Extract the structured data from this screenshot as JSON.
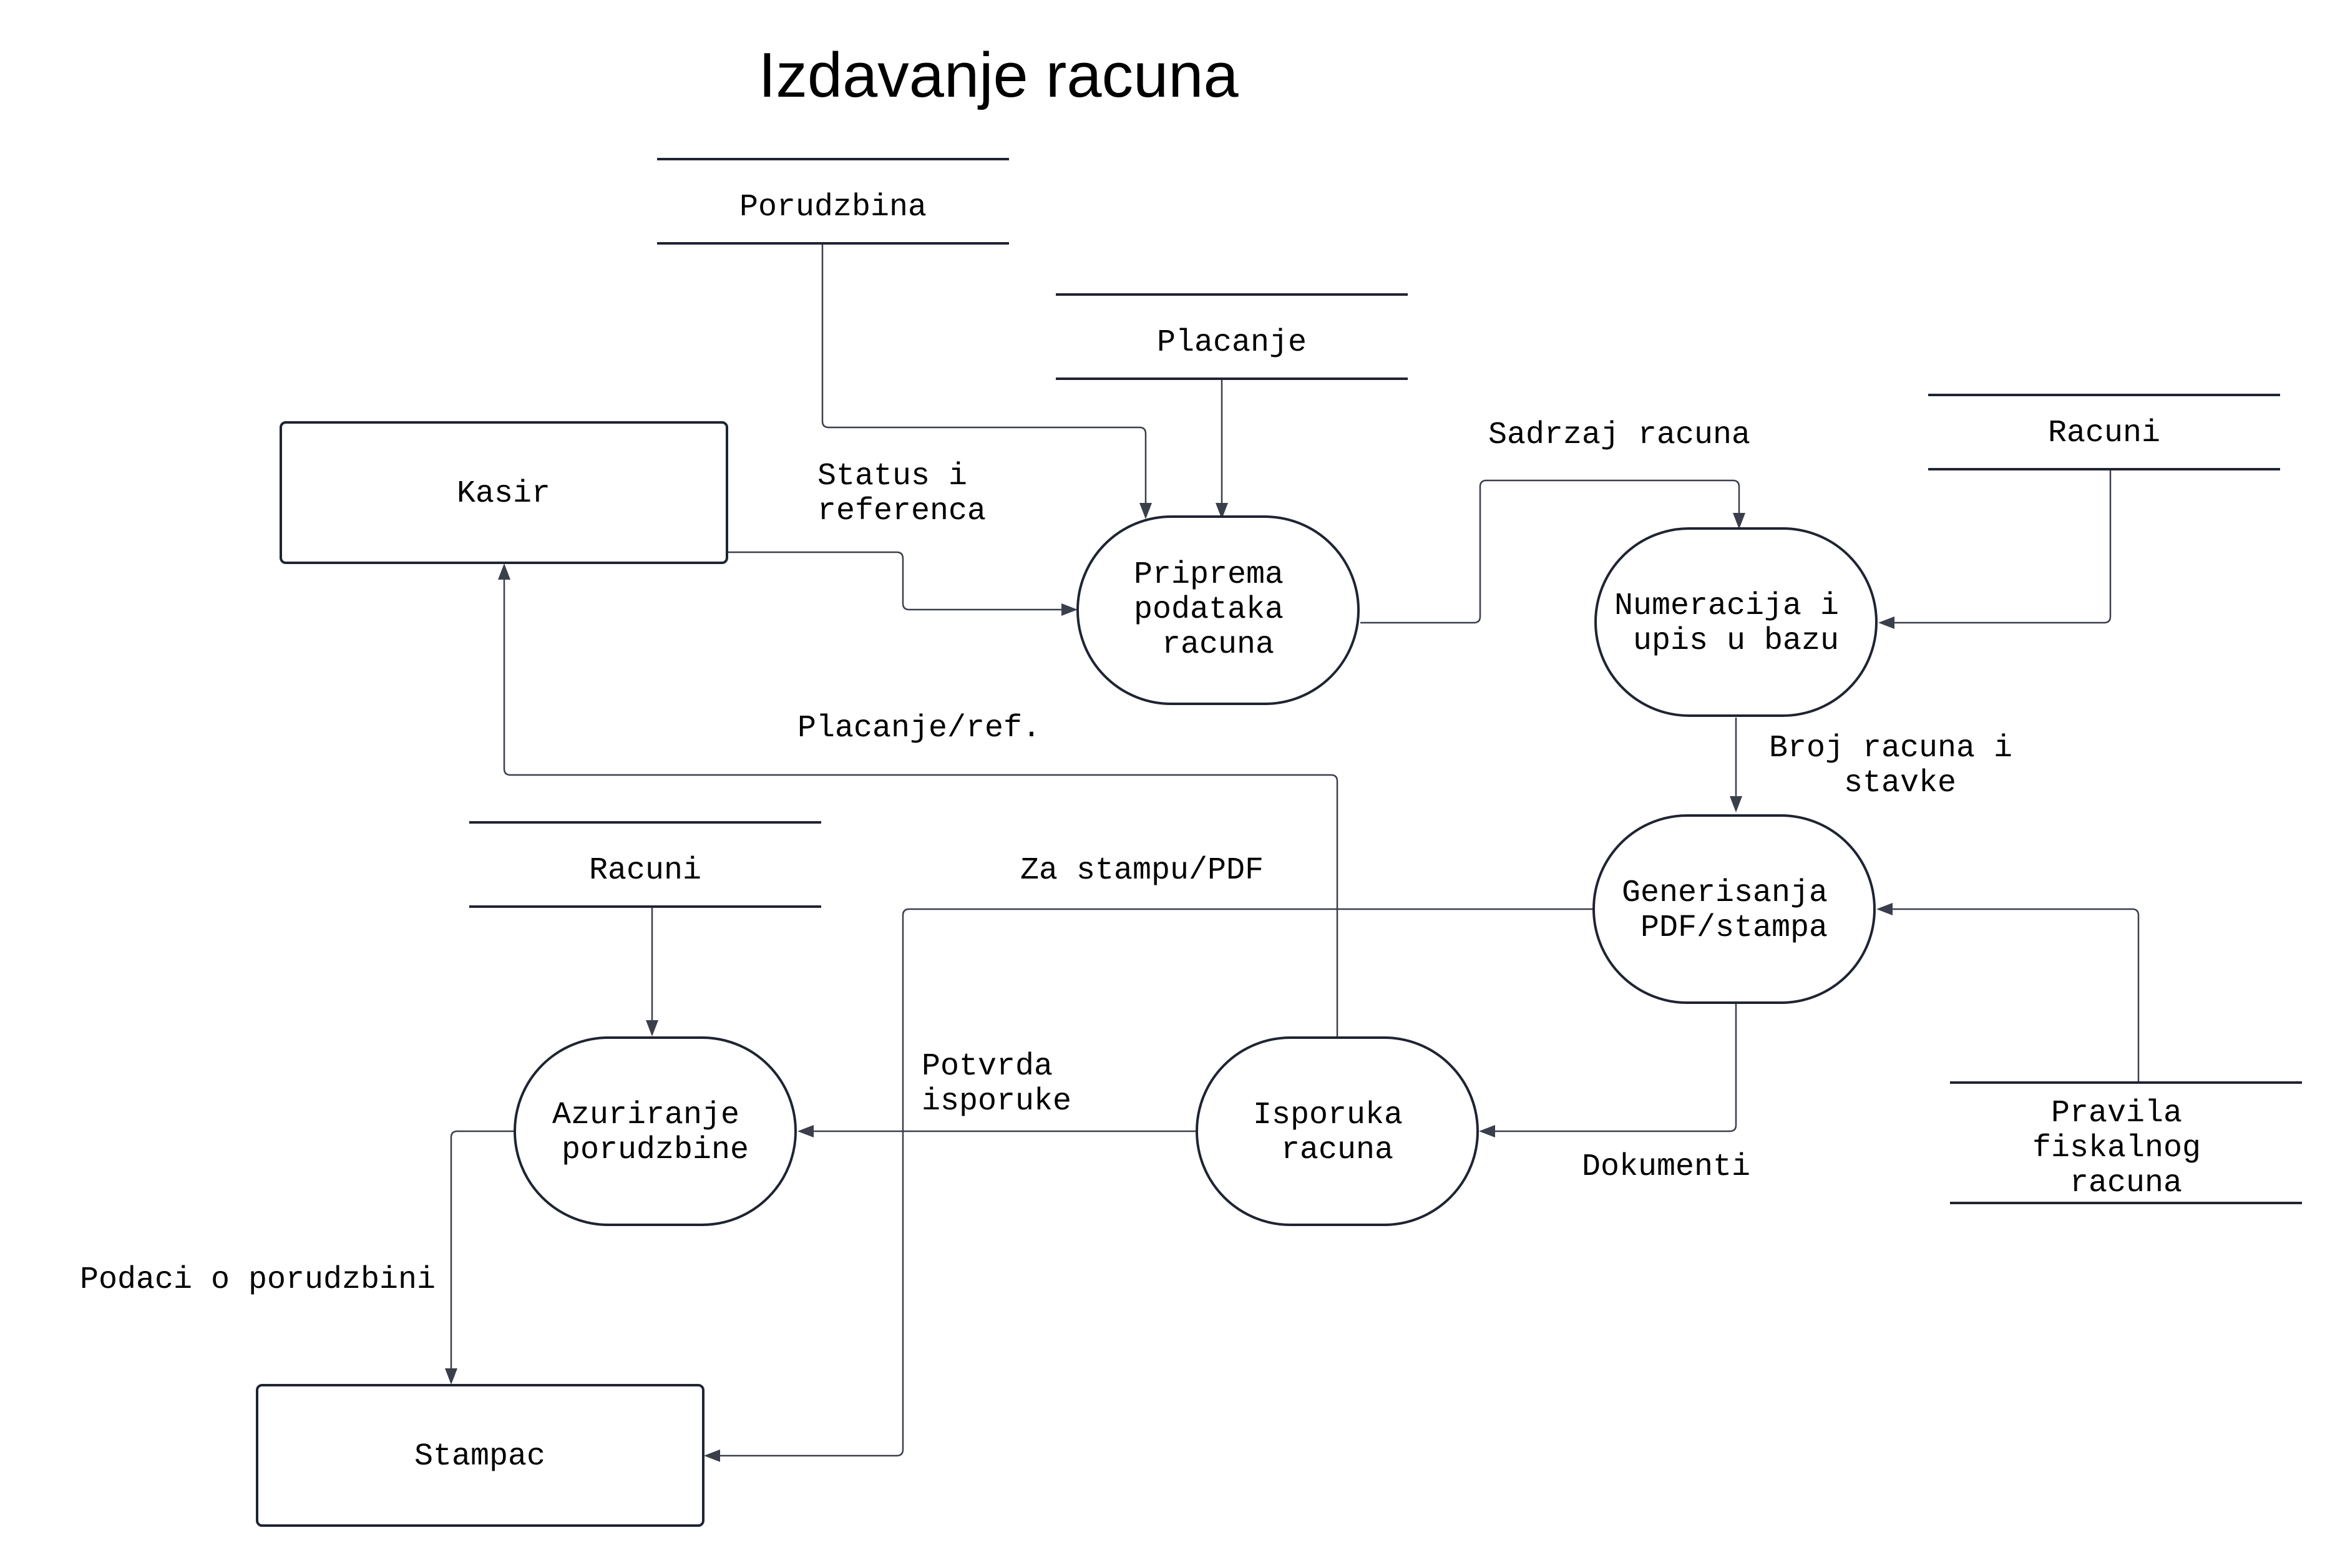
{
  "title": "Izdavanje racuna",
  "external_entities": {
    "kasir": "Kasir",
    "stampac": "Stampac"
  },
  "processes": {
    "priprema": [
      "Priprema",
      "podataka",
      "racuna"
    ],
    "numeracija": [
      "Numeracija i",
      "upis u bazu"
    ],
    "generisanje": [
      "Generisanja",
      "PDF/stampa"
    ],
    "isporuka": [
      "Isporuka",
      "racuna"
    ],
    "azuriranje": [
      "Azuriranje",
      "porudzbine"
    ]
  },
  "data_stores": {
    "porudzbina": [
      "Porudzbina"
    ],
    "placanje": [
      "Placanje"
    ],
    "racuni_top": [
      "Racuni"
    ],
    "racuni_left": [
      "Racuni"
    ],
    "pravila": [
      "Pravila",
      "fiskalnog",
      "racuna"
    ]
  },
  "flow_labels": {
    "status_referenca": [
      "Status i",
      "referenca"
    ],
    "sadrzaj_racuna": [
      "Sadrzaj racuna"
    ],
    "placanje_ref": [
      "Placanje/ref."
    ],
    "broj_racuna": [
      "Broj racuna i",
      "stavke"
    ],
    "za_stampu": [
      "Za stampu/PDF"
    ],
    "potvrda": [
      "Potvrda",
      "isporuke"
    ],
    "dokumenti": [
      "Dokumenti"
    ],
    "podaci": [
      "Podaci o porudzbini"
    ]
  },
  "colors": {
    "outline": "#1f2433",
    "connector": "#3a3f4b",
    "background": "#ffffff"
  }
}
